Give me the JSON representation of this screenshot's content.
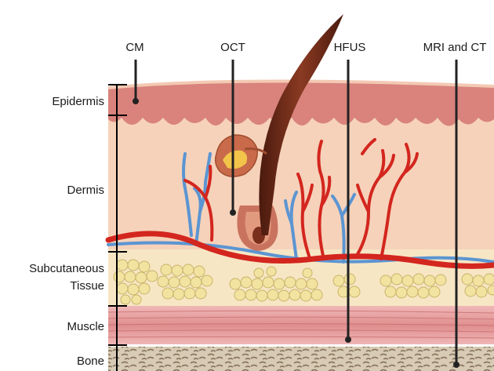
{
  "layers": {
    "epidermis": "Epidermis",
    "dermis": "Dermis",
    "subcutaneous_line1": "Subcutaneous",
    "subcutaneous_line2": "Tissue",
    "muscle": "Muscle",
    "bone": "Bone"
  },
  "techniques": {
    "cm": "CM",
    "oct": "OCT",
    "hfus": "HFUS",
    "mri_ct": "MRI and CT"
  },
  "colors": {
    "epidermis": "#d9837c",
    "dermis": "#f6d2ba",
    "subcutaneous": "#f7e6c4",
    "fat_cells": "#f2e3a0",
    "muscle": "#e7a3a3",
    "bone": "#b7a58c",
    "artery": "#d3261e",
    "vein": "#5b95d2",
    "hair": "#7a2e1c"
  }
}
